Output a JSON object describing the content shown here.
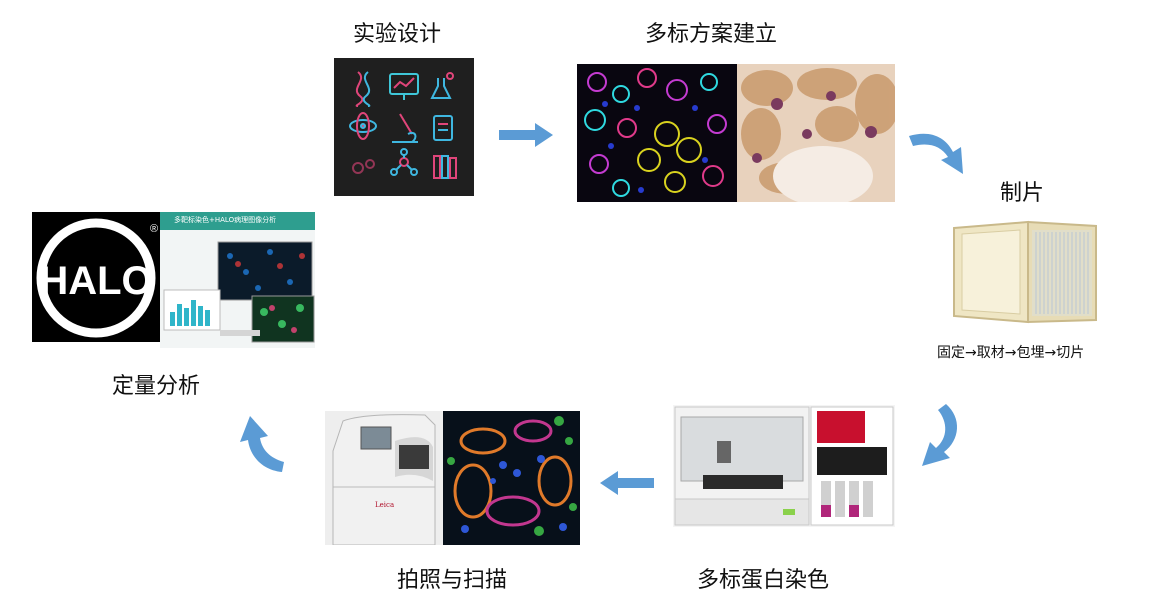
{
  "steps": {
    "design": "实验设计",
    "multiplex": "多标方案建立",
    "slides": "制片",
    "slides_sub": "固定→取材→包埋→切片",
    "staining": "多标蛋白染色",
    "scanning": "拍照与扫描",
    "analysis": "定量分析"
  },
  "halo": {
    "logo_text": "HALO",
    "registered": "®",
    "banner": "多靶标染色+HALO病理图像分析"
  },
  "instrument": {
    "brand": "Leica"
  },
  "colors": {
    "arrow": "#5B9BD5",
    "halo_banner": "#2E9E8F"
  }
}
